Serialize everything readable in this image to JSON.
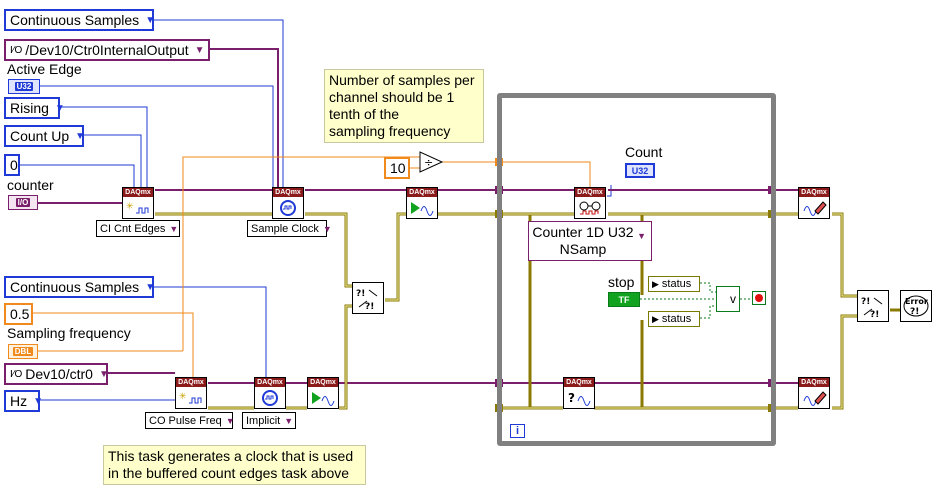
{
  "controls": {
    "sample_mode_top": "Continuous Samples",
    "counter_source": "/Dev10/Ctr0InternalOutput",
    "active_edge_label": "Active Edge",
    "active_edge_type": "U32",
    "active_edge": "Rising",
    "count_direction": "Count Up",
    "initial_count": "0",
    "counter_label": "counter",
    "counter_type": "I/O",
    "sample_mode_bottom": "Continuous Samples",
    "sampling_frequency_value": "0.5",
    "sampling_frequency_label": "Sampling frequency",
    "sampling_frequency_type": "DBL",
    "pulse_counter": "Dev10/ctr0",
    "units": "Hz",
    "path_prefix": "I/O"
  },
  "constants": {
    "ten": "10"
  },
  "indicators": {
    "count_label": "Count",
    "count_type": "U32",
    "stop_label": "stop",
    "stop_type": "TF"
  },
  "selectors": {
    "ci_cnt_edges": "CI Cnt Edges",
    "sample_clock_top": "Sample Clock",
    "co_pulse_freq": "CO Pulse Freq",
    "implicit": "Implicit",
    "read_line1": "Counter 1D U32",
    "read_line2": "NSamp",
    "status1": "status",
    "status2": "status"
  },
  "comments": {
    "samples_note": [
      "Number of samples per",
      "channel should be 1",
      "tenth of the",
      "sampling frequency"
    ],
    "clock_note": [
      "This task generates a clock that is used",
      "in the buffered count edges task above"
    ]
  },
  "vi_header": "DAQmx",
  "loop_iteration": "i",
  "colors": {
    "enum_blue": "#1f3ad6",
    "task_purple": "#7a1f6b",
    "error_cluster": "#8a7a00",
    "numeric_orange": "#f08a1c",
    "bool_green": "#0a7a1a",
    "loop_gray": "#808080",
    "daqmx_header": "#8b1a1a",
    "comment_bg": "#ffffcc"
  }
}
